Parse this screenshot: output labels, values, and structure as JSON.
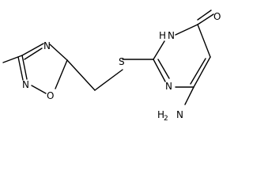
{
  "molecule": {
    "atoms": [
      {
        "id": "S",
        "label": "S"
      },
      {
        "id": "O_carbonyl",
        "label": "O"
      },
      {
        "id": "NH",
        "label": "H"
      },
      {
        "id": "NH_N",
        "label": "N"
      },
      {
        "id": "N_ring",
        "label": "N"
      },
      {
        "id": "NH2_H",
        "label": "H"
      },
      {
        "id": "NH2_sub",
        "label": "2"
      },
      {
        "id": "NH2_N",
        "label": "N"
      },
      {
        "id": "oxa_N4",
        "label": "N"
      },
      {
        "id": "oxa_N2",
        "label": "N"
      },
      {
        "id": "oxa_O1",
        "label": "O"
      }
    ]
  }
}
